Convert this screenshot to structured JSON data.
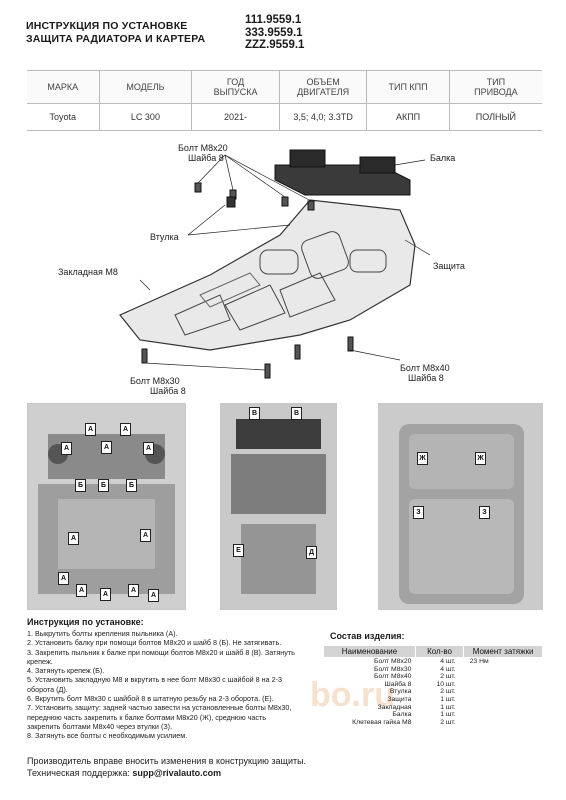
{
  "header": {
    "title_line1": "ИНСТРУКЦИЯ ПО УСТАНОВКЕ",
    "title_line2": "ЗАЩИТА РАДИАТОРА И КАРТЕРА",
    "codes": [
      "111.9559.1",
      "333.9559.1",
      "ZZZ.9559.1"
    ]
  },
  "spec_table": {
    "headers": [
      "МАРКА",
      "МОДЕЛЬ",
      "ГОД\nВЫПУСКА",
      "ОБЪЕМ\nДВИГАТЕЛЯ",
      "ТИП КПП",
      "ТИП\nПРИВОДА"
    ],
    "row": [
      "Toyota",
      "LC 300",
      "2021-",
      "3,5; 4,0; 3.3TD",
      "АКПП",
      "ПОЛНЫЙ"
    ]
  },
  "diagram": {
    "labels": {
      "bolt_top": "Болт М8х20",
      "washer_top": "Шайба 8",
      "beam": "Балка",
      "bushing": "Втулка",
      "guard": "Защита",
      "insert_nut": "Закладная М8",
      "bolt_left": "Болт М8х30",
      "washer_left": "Шайба 8",
      "bolt_right": "Болт М8х40",
      "washer_right": "Шайба 8"
    }
  },
  "photos": {
    "left_callouts": [
      "А",
      "А",
      "А",
      "А",
      "А",
      "Б",
      "Б",
      "Б",
      "А",
      "А",
      "А",
      "А",
      "А",
      "А",
      "А"
    ],
    "mid_callouts": [
      "В",
      "В",
      "Е",
      "Д"
    ],
    "right_callouts": [
      "Ж",
      "Ж",
      "З",
      "З"
    ]
  },
  "instructions": {
    "title": "Инструкция по установке:",
    "steps": [
      "1. Выкрутить болты крепления пыльника (А).",
      "2. Установить балку при помощи болтов М8х20 и шайб 8 (Б). Не затягивать.",
      "3. Закрепить пыльник к балке при помощи болтов М8х20 и шайб 8 (В). Затянуть\nкрепеж.",
      "4. Затянуть крепеж (Б).",
      "5. Установить закладную М8 и вкрутить в нее болт М8х30 с шайбой 8 на 2-3\nоборота (Д).",
      "6. Вкрутить болт М8х30 с шайбой 8 в штатную резьбу на 2-3 оборота. (Е).",
      "7. Установить защиту: задней частью завести на установленные болты М8х30,\nпереднюю часть закрепить к балке болтами М8х20 (Ж), среднюю часть\nзакрепить болтами М8х40 через втулки (З).",
      "8. Затянуть все болты с необходимым усилием."
    ]
  },
  "composition": {
    "title": "Состав изделия:",
    "headers": [
      "Наименование",
      "Кол-во",
      "Момент затяжки"
    ],
    "rows": [
      [
        "Болт М8х20",
        "4 шт.",
        "23 Нм"
      ],
      [
        "Болт М8х30",
        "4 шт.",
        ""
      ],
      [
        "Болт М8х40",
        "2 шт.",
        ""
      ],
      [
        "Шайба 8",
        "10 шт.",
        ""
      ],
      [
        "Втулка",
        "2 шт.",
        ""
      ],
      [
        "Защита",
        "1 шт.",
        ""
      ],
      [
        "Закладная",
        "1 шт.",
        ""
      ],
      [
        "Балка",
        "1 шт.",
        ""
      ],
      [
        "Клетевая гайка М8",
        "2 шт.",
        ""
      ]
    ]
  },
  "footer": {
    "line1": "Производитель вправе вносить изменения в конструкцию защиты.",
    "support_label": "Техническая поддержка:",
    "support_email": "supp@rivalauto.com"
  },
  "watermark": "bo.ru"
}
